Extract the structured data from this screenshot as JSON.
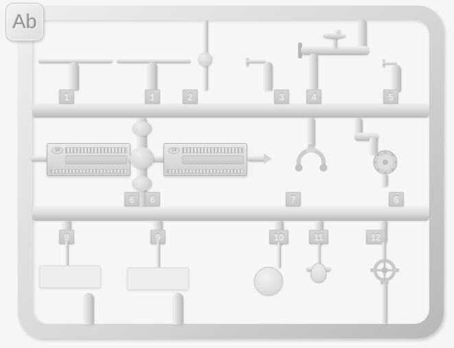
{
  "sprue": {
    "label": "Ab",
    "box_marking": "14"
  },
  "part_numbers": [
    "1",
    "1",
    "2",
    "3",
    "4",
    "5",
    "6",
    "6",
    "7",
    "8",
    "9",
    "9",
    "10",
    "11",
    "12"
  ],
  "colors": {
    "page_bg": "#f6f6f4",
    "plastic": "#d6d6d4",
    "plastic_highlight": "#eeeeec",
    "plastic_shadow": "#b8b8b6",
    "tab_bg": "#c8c8c6",
    "tab_text": "#e9e9e7",
    "part_light": "#ededeb"
  }
}
